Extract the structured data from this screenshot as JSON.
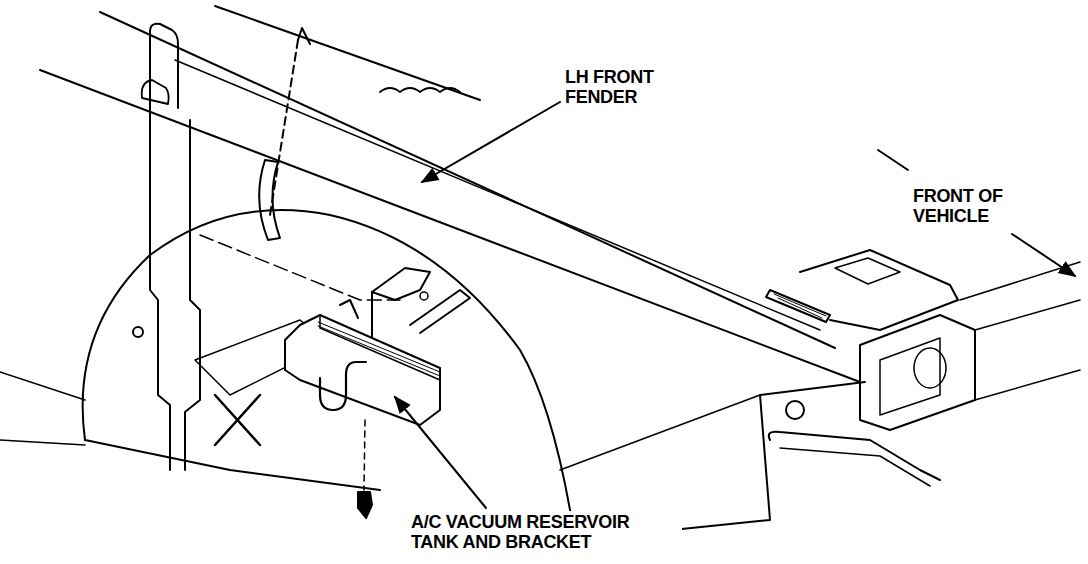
{
  "diagram": {
    "labels": [
      "LH FRONT FENDER",
      "FRONT OF VEHICLE",
      "A/C VACUUM RESERVOIR TANK AND BRACKET"
    ]
  }
}
